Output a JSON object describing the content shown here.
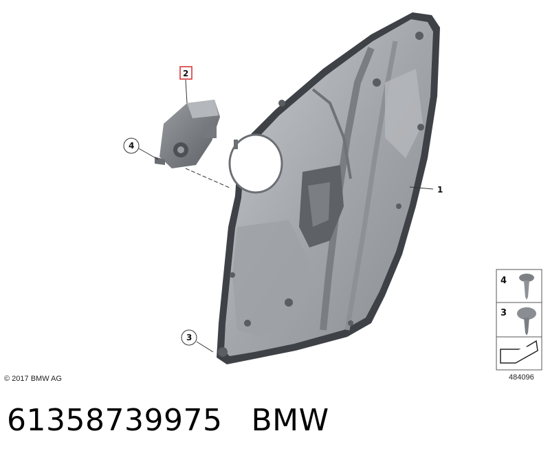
{
  "callouts": {
    "c1": "1",
    "c2": "2",
    "c3": "3",
    "c4": "4"
  },
  "legend": {
    "row_a": "4",
    "row_b": "3"
  },
  "copyright": "© 2017 BMW AG",
  "diagram_id": "484096",
  "part_number": "61358739975",
  "brand": "BMW",
  "colors": {
    "highlight_box": "#d42a2a",
    "panel_fill": "#a9acb1",
    "panel_dark": "#5d6167",
    "outline": "#3c3f44"
  }
}
